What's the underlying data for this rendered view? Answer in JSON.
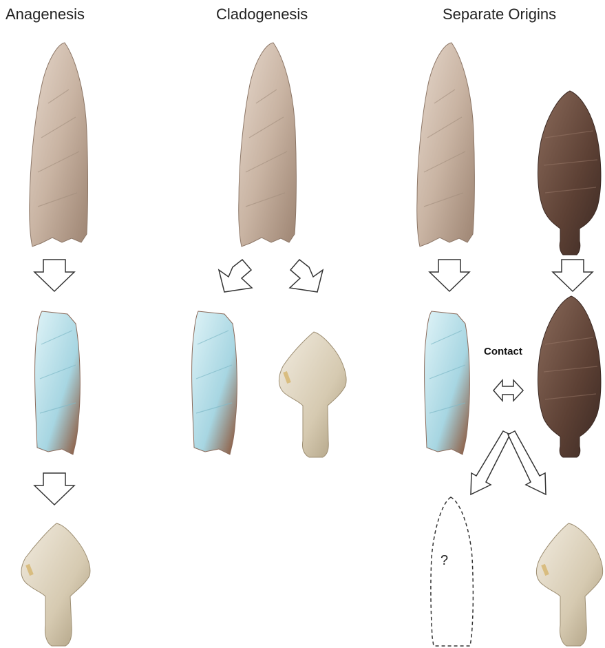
{
  "columns": [
    {
      "title": "Anagenesis"
    },
    {
      "title": "Cladogenesis"
    },
    {
      "title": "Separate Origins"
    }
  ],
  "labels": {
    "contact": "Contact",
    "unknown": "?"
  },
  "points": {
    "clovis": {
      "colors": [
        "#d9c9bb",
        "#b79f8c",
        "#8f7868"
      ]
    },
    "blue": {
      "colors": [
        "#d3ecf2",
        "#9fd1df",
        "#8a4a2a"
      ]
    },
    "stemmed": {
      "colors": [
        "#ece5d6",
        "#cfc2a8",
        "#a8987a"
      ]
    },
    "brown": {
      "colors": [
        "#7a5a4c",
        "#5a3e33",
        "#3d2a24"
      ]
    }
  }
}
